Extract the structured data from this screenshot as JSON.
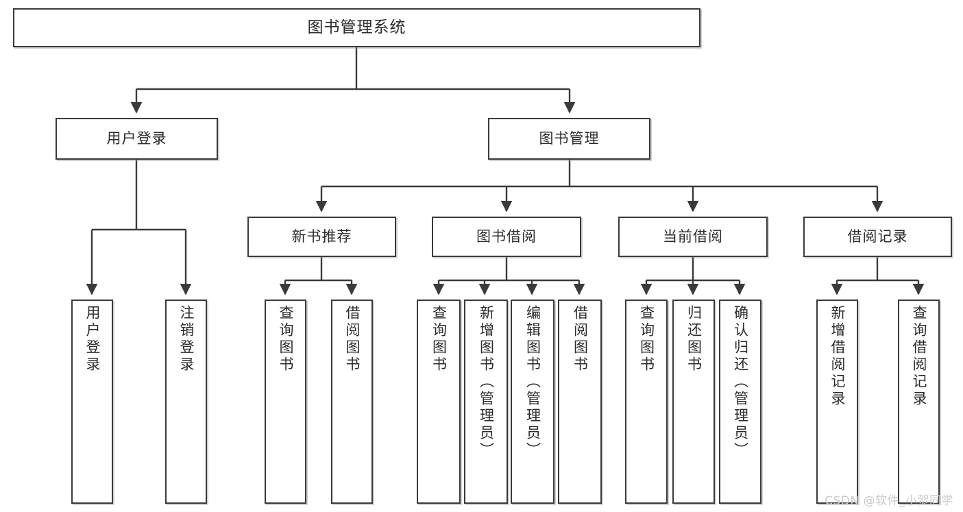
{
  "diagram": {
    "title": "图书管理系统",
    "type": "tree-hierarchy",
    "watermark": "CSDN @软件_小贺同学",
    "colors": {
      "box_border": "#3a3a3a",
      "box_fill": "#ffffff",
      "connector": "#3a3a3a",
      "text": "#2b2b2b",
      "watermark": "#c9c9c9",
      "background": "#ffffff"
    },
    "root": {
      "id": "root",
      "label": "图书管理系统",
      "orientation": "horizontal"
    },
    "level2": [
      {
        "id": "user-login",
        "label": "用户登录",
        "orientation": "horizontal"
      },
      {
        "id": "book-manage",
        "label": "图书管理",
        "orientation": "horizontal"
      }
    ],
    "level3": [
      {
        "id": "new-book-rec",
        "label": "新书推荐",
        "orientation": "horizontal",
        "parent": "book-manage"
      },
      {
        "id": "book-borrow",
        "label": "图书借阅",
        "orientation": "horizontal",
        "parent": "book-manage"
      },
      {
        "id": "current-borrow",
        "label": "当前借阅",
        "orientation": "horizontal",
        "parent": "book-manage"
      },
      {
        "id": "borrow-record",
        "label": "借阅记录",
        "orientation": "horizontal",
        "parent": "book-manage"
      }
    ],
    "leaves": {
      "user-login": [
        {
          "id": "leaf-user-login",
          "label": "用户登录"
        },
        {
          "id": "leaf-logout",
          "label": "注销登录"
        }
      ],
      "new-book-rec": [
        {
          "id": "leaf-query-book-1",
          "label": "查询图书"
        },
        {
          "id": "leaf-borrow-book-1",
          "label": "借阅图书"
        }
      ],
      "book-borrow": [
        {
          "id": "leaf-query-book-2",
          "label": "查询图书"
        },
        {
          "id": "leaf-add-book",
          "label": "新增图书（管理员）"
        },
        {
          "id": "leaf-edit-book",
          "label": "编辑图书（管理员）"
        },
        {
          "id": "leaf-borrow-book-2",
          "label": "借阅图书"
        }
      ],
      "current-borrow": [
        {
          "id": "leaf-query-book-3",
          "label": "查询图书"
        },
        {
          "id": "leaf-return-book",
          "label": "归还图书"
        },
        {
          "id": "leaf-confirm-return",
          "label": "确认归还（管理员）"
        }
      ],
      "borrow-record": [
        {
          "id": "leaf-add-record",
          "label": "新增借阅记录"
        },
        {
          "id": "leaf-query-record",
          "label": "查询借阅记录"
        }
      ]
    }
  }
}
